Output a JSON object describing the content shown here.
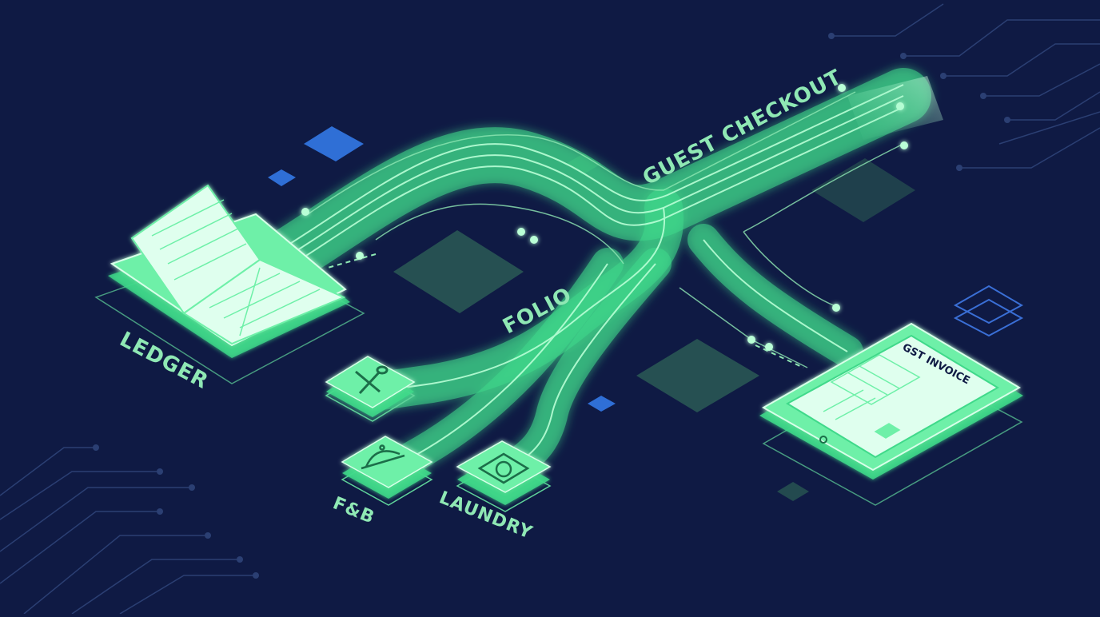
{
  "labels": {
    "guest_checkout": "GUEST CHECKOUT",
    "folio": "FOLIO",
    "ledger": "LEDGER",
    "fnb": "F&B",
    "laundry": "LAUNDRY",
    "gst_invoice": "GST INVOICE"
  },
  "icons": {
    "ledger": "open-book-icon",
    "fnb_top": "fork-spoon-icon",
    "fnb": "cloche-icon",
    "laundry": "washing-machine-icon",
    "gst_invoice": "tablet-icon"
  },
  "colors": {
    "background": "#0f1a44",
    "flow": "#6ef0a8",
    "flow_glow": "#3fd98a",
    "accent_blue": "#2f6fd6",
    "tile_dark": "#2a5a55"
  }
}
